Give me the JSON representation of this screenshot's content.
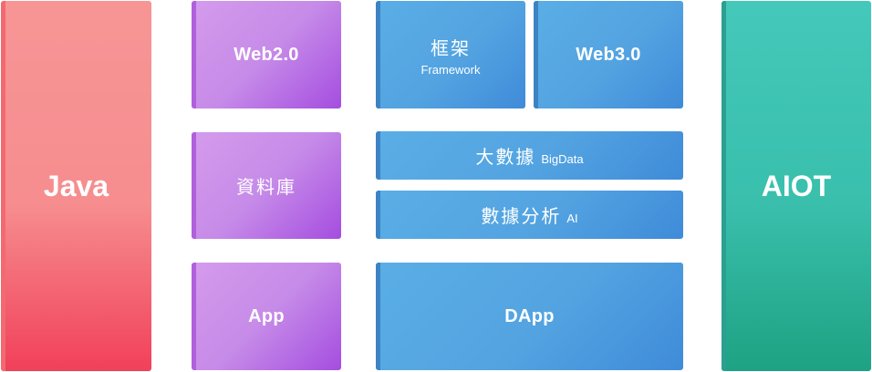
{
  "java": {
    "label": "Java"
  },
  "web2": {
    "label": "Web2.0"
  },
  "database": {
    "label": "資料庫"
  },
  "app": {
    "label": "App"
  },
  "framework": {
    "label": "框架",
    "sub": "Framework"
  },
  "web3": {
    "label": "Web3.0"
  },
  "bigdata": {
    "label": "大數據",
    "sub": "BigData"
  },
  "ai_analysis": {
    "label": "數據分析",
    "sub": "AI"
  },
  "dapp": {
    "label": "DApp"
  },
  "aiot": {
    "label": "AIOT"
  },
  "colors": {
    "java": "#f68d8f",
    "purple": "#c68be8",
    "blue": "#53a3e1",
    "aiot": "#39bfac"
  }
}
